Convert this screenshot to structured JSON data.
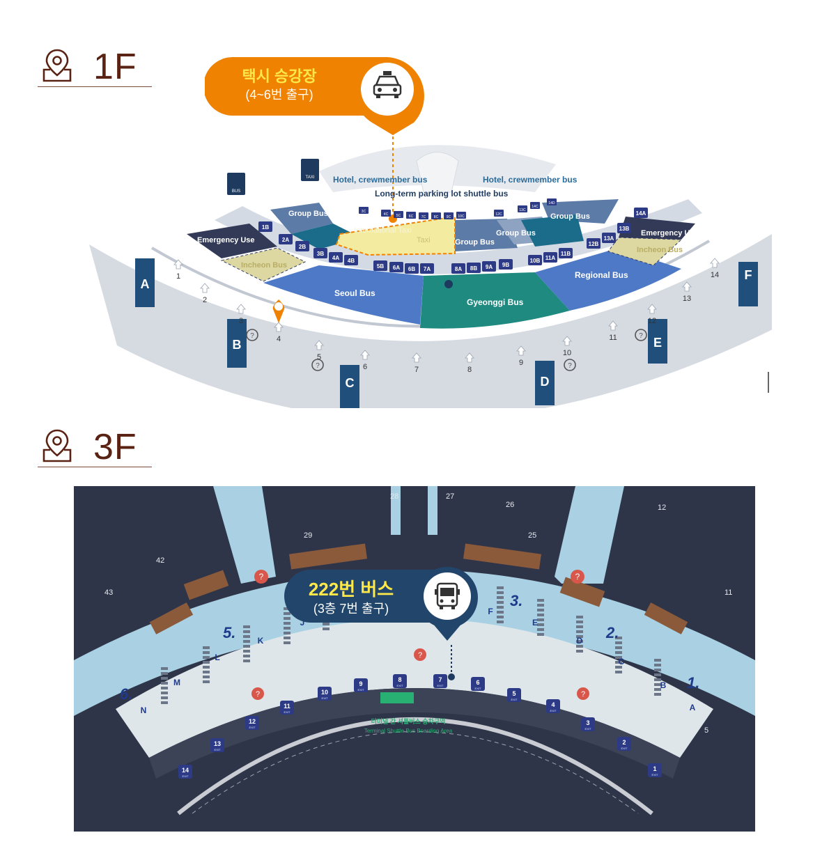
{
  "floors": [
    {
      "label": "1F",
      "icon": "location-pin-icon"
    },
    {
      "label": "3F",
      "icon": "location-pin-icon"
    }
  ],
  "colors": {
    "heading": "#5a2212",
    "taxi_callout": "#ef8200",
    "taxi_title": "#ffe94a",
    "bus_callout": "#21456b",
    "bus_title": "#ffe94a",
    "seoul_bus": "#4d79c6",
    "gyeonggi_bus": "#1e8a80",
    "regional_bus": "#4d79c6",
    "group_bus": "#5d7ba7",
    "incheon_bus": "#ddd7a2",
    "taxi_zone": "#f3eba0",
    "map3f_bg": "#2f3549",
    "shuttle_zone": "#27b072"
  },
  "taxi_callout": {
    "title": "택시 승강장",
    "subtitle": "(4~6번 출구)",
    "icon": "taxi-icon"
  },
  "bus_callout": {
    "title": "222번 버스",
    "subtitle": "(3층 7번 출구)",
    "icon": "bus-icon"
  },
  "map_1f": {
    "sign_bus": "BUS",
    "sign_taxi": "TAXI",
    "labels": {
      "hotel_left": "Hotel, crewmember bus",
      "hotel_right": "Hotel, crewmember bus",
      "long_term": "Long-term parking lot shuttle bus",
      "group_bus_1": "Group Bus",
      "group_bus_2": "Group Bus",
      "group_bus_3": "Group Bus",
      "group_bus_4": "Group Bus",
      "international_taxi": "International Taxi",
      "taxi": "Taxi",
      "emergency_left": "Emergency Use",
      "emergency_right": "Emergency Use",
      "incheon_left": "Incheon Bus",
      "incheon_right": "Incheon Bus",
      "seoul_bus": "Seoul Bus",
      "gyeonggi_bus": "Gyeonggi Bus",
      "regional_bus": "Regional Bus"
    },
    "stop_signs": [
      "1B",
      "2A",
      "2B",
      "3B",
      "4A",
      "4B",
      "5B",
      "6A",
      "6B",
      "7A",
      "8A",
      "8B",
      "9A",
      "9B",
      "10B",
      "11A",
      "11B",
      "12B",
      "13A",
      "13B",
      "14A"
    ],
    "small_stop_signs": [
      "3C",
      "4C",
      "5C",
      "6C",
      "7C",
      "8C",
      "9C",
      "10C",
      "12C",
      "13C",
      "14C",
      "14D"
    ],
    "exits": [
      "1",
      "2",
      "3",
      "4",
      "5",
      "6",
      "7",
      "8",
      "9",
      "10",
      "11",
      "12",
      "13",
      "14"
    ],
    "zones": [
      "A",
      "B",
      "C",
      "D",
      "E",
      "F"
    ]
  },
  "map_3f": {
    "gates": [
      "28",
      "27",
      "26",
      "25",
      "29",
      "12",
      "42",
      "43",
      "11",
      "5"
    ],
    "sections": [
      "3.",
      "2.",
      "1.",
      "5.",
      "6."
    ],
    "counters": [
      "A",
      "B",
      "C",
      "D",
      "E",
      "F",
      "J",
      "K",
      "L",
      "M",
      "N"
    ],
    "bus_exits": [
      "1",
      "2",
      "3",
      "4",
      "5",
      "6",
      "7",
      "8",
      "9",
      "10",
      "11",
      "12",
      "13",
      "14"
    ],
    "exit_sub": "EXIT",
    "shuttle_ko": "터미널 간 셔틀버스 승차구역",
    "shuttle_en": "Terminal Shuttle Bus Boarding Area"
  }
}
